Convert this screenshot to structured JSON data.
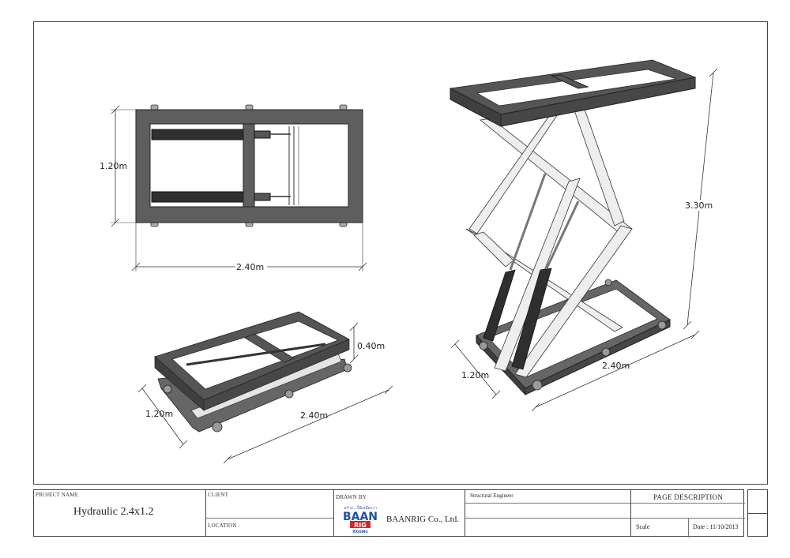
{
  "dimensions": {
    "top_view_width": "1.20m",
    "top_view_length": "2.40m",
    "low_view_height": "0.40m",
    "low_view_width": "1.20m",
    "low_view_length": "2.40m",
    "raised_view_height": "3.30m",
    "raised_view_width": "1.20m",
    "raised_view_length": "2.40m"
  },
  "title_block": {
    "project_name_label": "PROJECT NAME",
    "project_name": "Hydraulic  2.4x1.2",
    "client_label": "CLIENT",
    "location_label": "LOCATION :",
    "drawn_by_label": "DRAWN BY",
    "logo_tagline": "สร้าง...ให้เหนือกว่า",
    "logo_text_top": "BAAN",
    "logo_text_bottom": "RIG",
    "logo_subtext": "RIGGING",
    "company": "BAANRIG Co., Ltd.",
    "structural_engineer_label": "Structural Engineer",
    "page_description_label": "PAGE DESCRIPTION",
    "scale_label": "Scale",
    "date": "Date : 11/10/2013"
  },
  "colors": {
    "frame_dark": "#5a5a5a",
    "frame_light": "#d9d9d9",
    "cylinder": "#333333",
    "logo_blue": "#1f4fa8",
    "logo_red": "#d0262d"
  }
}
